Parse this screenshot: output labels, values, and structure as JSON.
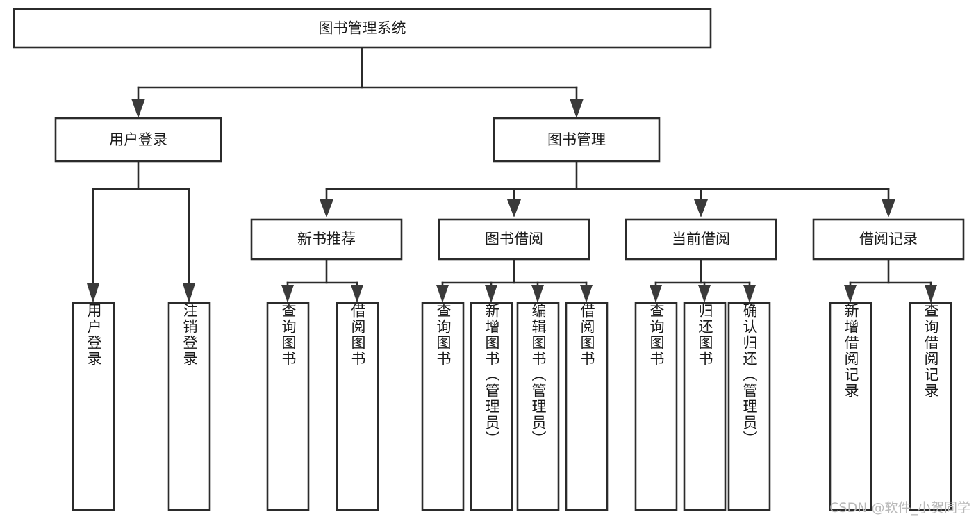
{
  "diagram": {
    "type": "tree",
    "title": "图书管理系统",
    "watermark": "CSDN @软件_小贺同学",
    "colors": {
      "background": "#ffffff",
      "box_stroke": "#2b2b2b",
      "box_fill": "#ffffff",
      "text": "#1a1a1a",
      "arrow": "#3a3a3a",
      "watermark": "#b9b9b9"
    },
    "root": {
      "label": "图书管理系统",
      "children": [
        {
          "label": "用户登录",
          "children": [
            {
              "label": "用户登录"
            },
            {
              "label": "注销登录"
            }
          ]
        },
        {
          "label": "图书管理",
          "children": [
            {
              "label": "新书推荐",
              "children": [
                {
                  "label": "查询图书"
                },
                {
                  "label": "借阅图书"
                }
              ]
            },
            {
              "label": "图书借阅",
              "children": [
                {
                  "label": "查询图书"
                },
                {
                  "label": "新增图书（管理员）"
                },
                {
                  "label": "编辑图书（管理员）"
                },
                {
                  "label": "借阅图书"
                }
              ]
            },
            {
              "label": "当前借阅",
              "children": [
                {
                  "label": "查询图书"
                },
                {
                  "label": "归还图书"
                },
                {
                  "label": "确认归还（管理员）"
                }
              ]
            },
            {
              "label": "借阅记录",
              "children": [
                {
                  "label": "新增借阅记录"
                },
                {
                  "label": "查询借阅记录"
                }
              ]
            }
          ]
        }
      ]
    },
    "nodes": {
      "root": {
        "label": "图书管理系统"
      },
      "l1": [
        {
          "label": "用户登录"
        },
        {
          "label": "图书管理"
        }
      ],
      "l2": [
        {
          "label": "新书推荐"
        },
        {
          "label": "图书借阅"
        },
        {
          "label": "当前借阅"
        },
        {
          "label": "借阅记录"
        }
      ],
      "leaves": [
        {
          "label": "用户登录"
        },
        {
          "label": "注销登录"
        },
        {
          "label": "查询图书"
        },
        {
          "label": "借阅图书"
        },
        {
          "label": "查询图书"
        },
        {
          "label": "新增图书（管理员）"
        },
        {
          "label": "编辑图书（管理员）"
        },
        {
          "label": "借阅图书"
        },
        {
          "label": "查询图书"
        },
        {
          "label": "归还图书"
        },
        {
          "label": "确认归还（管理员）"
        },
        {
          "label": "新增借阅记录"
        },
        {
          "label": "查询借阅记录"
        }
      ]
    }
  }
}
